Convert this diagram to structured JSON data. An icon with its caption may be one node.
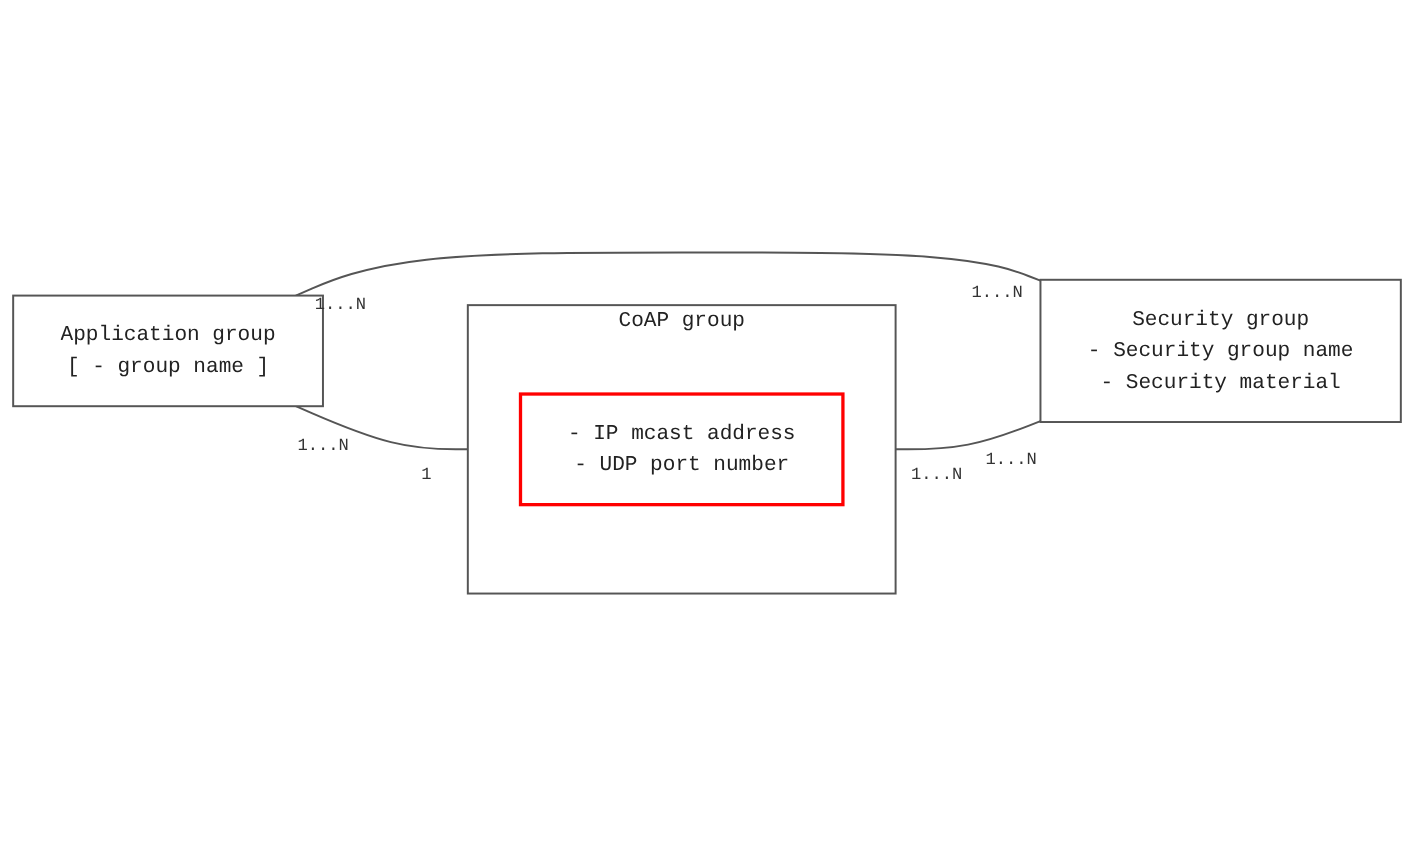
{
  "diagram": {
    "nodes": [
      {
        "text": [
          "Application group",
          "[ - group name ]"
        ]
      },
      {
        "text": [
          "CoAP group"
        ]
      },
      {
        "text": [
          "- IP mcast address",
          "- UDP port number"
        ],
        "in": 1
      },
      {
        "text": [
          "Security group",
          "- Security group name",
          "- Security material"
        ]
      }
    ],
    "edges": [
      {
        "from": 0,
        "to": 1,
        "arrow": "none"
      },
      {
        "from": 0,
        "to": 3,
        "arrow": "none"
      },
      {
        "from": 1,
        "to": 3,
        "arrow": "none"
      }
    ],
    "labels": [
      "1...N",
      "1",
      "1...N",
      "1...N",
      "1...N",
      "1...N"
    ]
  }
}
